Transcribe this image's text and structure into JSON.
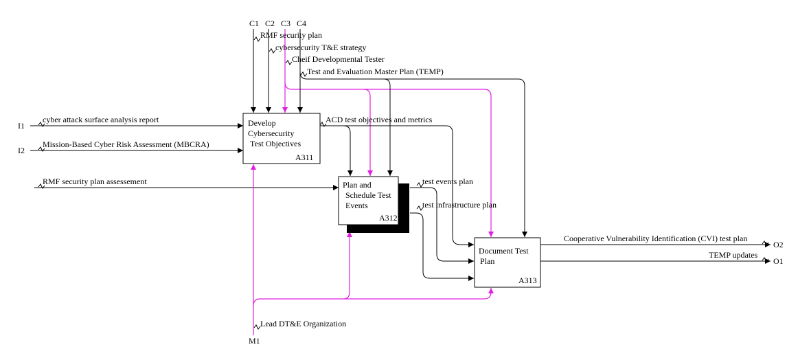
{
  "boxes": {
    "a311": {
      "title_lines": [
        "Develop",
        "Cybersecurity",
        "Test Objectives"
      ],
      "node": "A311"
    },
    "a312": {
      "title_lines": [
        "Plan and",
        "Schedule Test",
        "Events"
      ],
      "node": "A312"
    },
    "a313": {
      "title_lines": [
        "Document Test",
        "Plan"
      ],
      "node": "A313"
    }
  },
  "controls": {
    "c1": {
      "id": "C1",
      "label": "RMF security plan"
    },
    "c2": {
      "id": "C2",
      "label": "cybersecurity T&E strategy"
    },
    "c3": {
      "id": "C3",
      "label": "Cheif Developmental Tester"
    },
    "c4": {
      "id": "C4",
      "label": "Test and Evaluation Master Plan (TEMP)"
    }
  },
  "inputs": {
    "i1": {
      "id": "I1",
      "label": "cyber attack surface analysis report"
    },
    "i2": {
      "id": "I2",
      "label": "Mission-Based Cyber Risk Assessment (MBCRA)"
    },
    "rmf_assessment": {
      "label": "RMF security plan assessement"
    }
  },
  "internal": {
    "acd": {
      "label": "ACD test objectives and metrics"
    },
    "events_plan": {
      "label": "test events plan"
    },
    "infra_plan": {
      "label": "test infrastructure plan"
    }
  },
  "outputs": {
    "o2": {
      "id": "O2",
      "label": "Cooperative Vulnerability Identification (CVI) test plan"
    },
    "o1": {
      "id": "O1",
      "label": "TEMP updates"
    }
  },
  "mechanism": {
    "id": "M1",
    "label": "Lead DT&E Organization"
  },
  "colors": {
    "line": "#000000",
    "mechanism": "#e020e0",
    "box_fill": "#ffffff"
  }
}
